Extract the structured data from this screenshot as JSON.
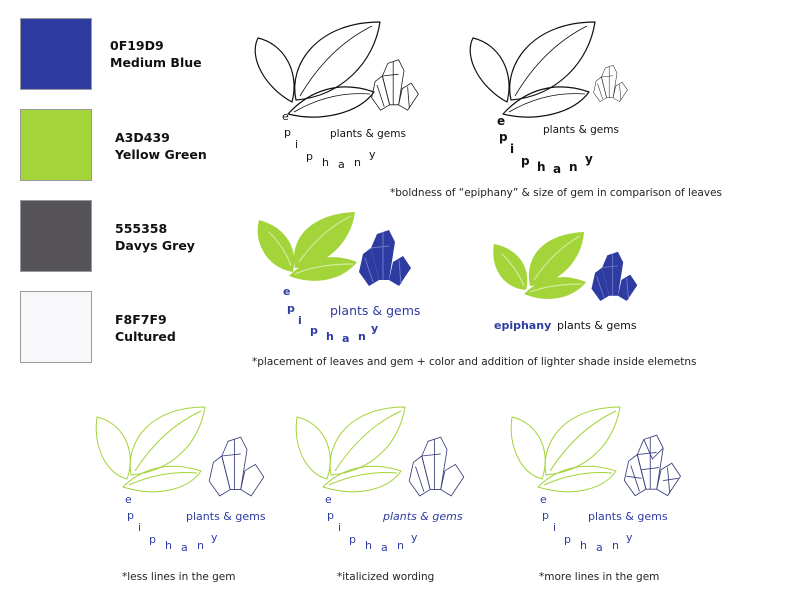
{
  "palette": [
    {
      "hex": "0F19D9",
      "name": "Medium Blue",
      "swatch": "#2e3ba1"
    },
    {
      "hex": "A3D439",
      "name": "Yellow Green",
      "swatch": "#a3d439"
    },
    {
      "hex": "555358",
      "name": "Davys Grey",
      "swatch": "#555358"
    },
    {
      "hex": "F8F7F9",
      "name": "Cultured",
      "swatch": "#f8f7f9"
    }
  ],
  "brand": {
    "letters": [
      "e",
      "p",
      "i",
      "p",
      "h",
      "a",
      "n",
      "y"
    ],
    "word": "epiphany",
    "tagline": "plants & gems"
  },
  "notes": {
    "row1": "*boldness of “epiphany” & size of gem in comparison of leaves",
    "row2": "*placement of leaves and gem + color and addition of lighter shade inside elemetns",
    "row3a": "*less lines in the gem",
    "row3b": "*italicized wording",
    "row3c": "*more lines in the gem"
  },
  "colors": {
    "black": "#111111",
    "green": "#a3d439",
    "green_light": "#d2ec9c",
    "blue": "#2e3ba1",
    "blue_light": "#6f79c9",
    "gem_outline": "#4a4a6a"
  }
}
